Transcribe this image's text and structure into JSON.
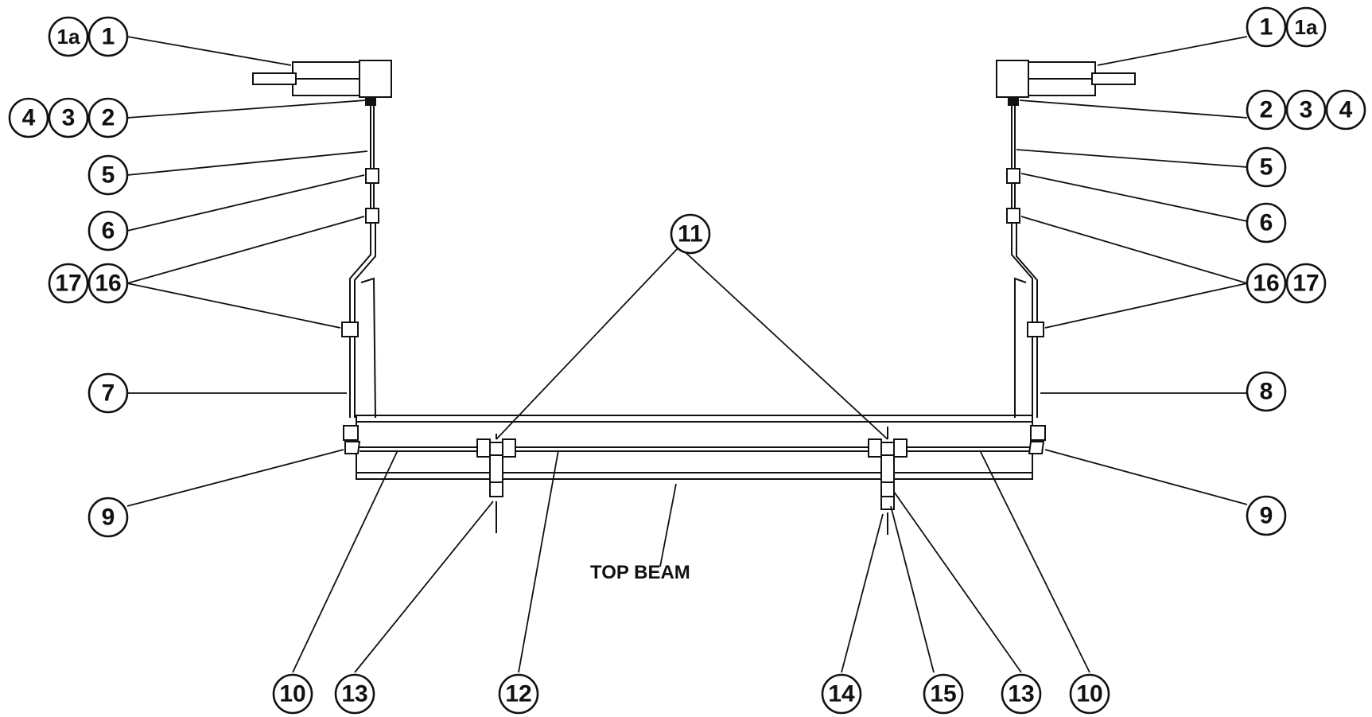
{
  "diagram": {
    "beam_label": "TOP BEAM",
    "callouts": [
      {
        "id": "1a-left",
        "label": "1a"
      },
      {
        "id": "1-left",
        "label": "1"
      },
      {
        "id": "4-left",
        "label": "4"
      },
      {
        "id": "3-left",
        "label": "3"
      },
      {
        "id": "2-left",
        "label": "2"
      },
      {
        "id": "5-left",
        "label": "5"
      },
      {
        "id": "6-left",
        "label": "6"
      },
      {
        "id": "17-left",
        "label": "17"
      },
      {
        "id": "16-left",
        "label": "16"
      },
      {
        "id": "7-left",
        "label": "7"
      },
      {
        "id": "9-left",
        "label": "9"
      },
      {
        "id": "1-right",
        "label": "1"
      },
      {
        "id": "1a-right",
        "label": "1a"
      },
      {
        "id": "2-right",
        "label": "2"
      },
      {
        "id": "3-right",
        "label": "3"
      },
      {
        "id": "4-right",
        "label": "4"
      },
      {
        "id": "5-right",
        "label": "5"
      },
      {
        "id": "6-right",
        "label": "6"
      },
      {
        "id": "16-right",
        "label": "16"
      },
      {
        "id": "17-right",
        "label": "17"
      },
      {
        "id": "8-right",
        "label": "8"
      },
      {
        "id": "9-right",
        "label": "9"
      },
      {
        "id": "11-center",
        "label": "11"
      },
      {
        "id": "10-left",
        "label": "10"
      },
      {
        "id": "13-left",
        "label": "13"
      },
      {
        "id": "12-center",
        "label": "12"
      },
      {
        "id": "14-right",
        "label": "14"
      },
      {
        "id": "15-right",
        "label": "15"
      },
      {
        "id": "13-right",
        "label": "13"
      },
      {
        "id": "10-right",
        "label": "10"
      }
    ]
  }
}
